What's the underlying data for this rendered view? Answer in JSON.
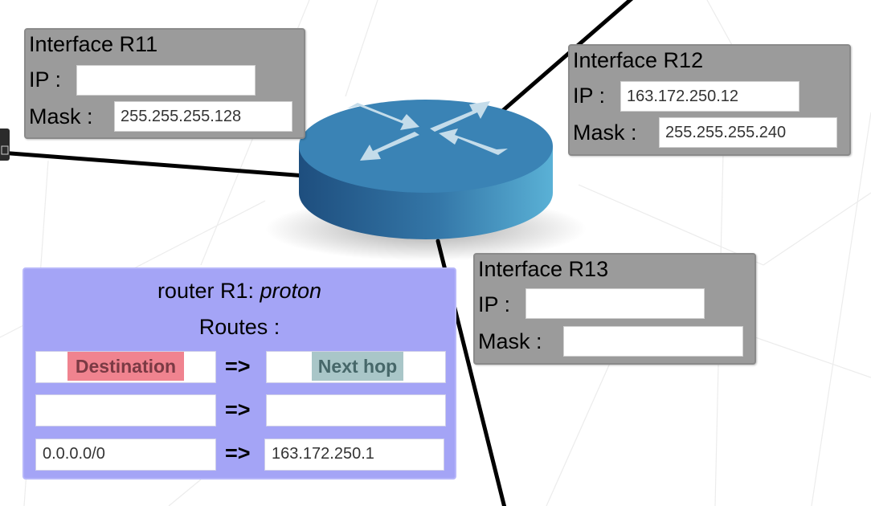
{
  "interfaces": [
    {
      "id": "r11",
      "title": "Interface R11",
      "ip_label": "IP :",
      "ip_value": "",
      "mask_label": "Mask :",
      "mask_value": "255.255.255.128"
    },
    {
      "id": "r12",
      "title": "Interface R12",
      "ip_label": "IP :",
      "ip_value": "163.172.250.12",
      "mask_label": "Mask :",
      "mask_value": "255.255.255.240"
    },
    {
      "id": "r13",
      "title": "Interface R13",
      "ip_label": "IP :",
      "ip_value": "",
      "mask_label": "Mask :",
      "mask_value": ""
    }
  ],
  "router_table": {
    "title_prefix": "router R1: ",
    "router_name": "proton",
    "subtitle": "Routes :",
    "header_destination": "Destination",
    "header_next_hop": "Next hop",
    "arrow": "=>",
    "routes": [
      {
        "destination": "",
        "next_hop": ""
      },
      {
        "destination": "0.0.0.0/0",
        "next_hop": "163.172.250.1"
      }
    ]
  },
  "colors": {
    "interface_box": "#9b9b9b",
    "routes_box": "#a4a4f6",
    "router_body": "#2f6f9e",
    "router_top": "#3a83b5",
    "router_arrows": "#c4dcea",
    "destination_header": "#f0838f",
    "next_hop_header": "#a9c6c8"
  }
}
